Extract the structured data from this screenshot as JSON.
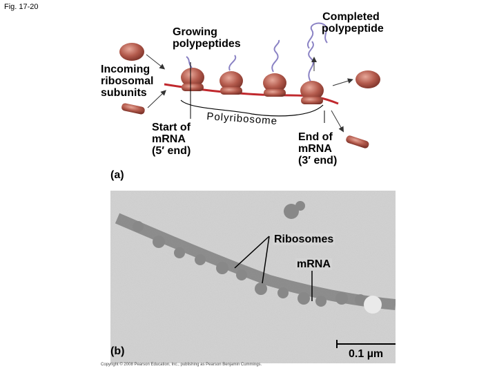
{
  "figure_label": "Fig. 17-20",
  "part_a": {
    "panel_label": "(a)",
    "growing_polypeptides": [
      "Growing",
      "polypeptides"
    ],
    "completed_polypeptide": [
      "Completed",
      "polypeptide"
    ],
    "incoming_subunits": [
      "Incoming",
      "ribosomal",
      "subunits"
    ],
    "polyribosome": "Polyribosome",
    "start_of_mrna": [
      "Start of",
      "mRNA",
      "(5′ end)"
    ],
    "end_of_mrna": [
      "End of",
      "mRNA",
      "(3′ end)"
    ],
    "colors": {
      "ribosome": "#b35a4c",
      "mrna": "#c0282d",
      "polypeptide": "#8a82c4"
    }
  },
  "part_b": {
    "panel_label": "(b)",
    "ribosomes": "Ribosomes",
    "mrna": "mRNA",
    "scale_bar": "0.1 µm",
    "copyright": "Copyright © 2008 Pearson Education, Inc., publishing as Pearson Benjamin Cummings."
  }
}
